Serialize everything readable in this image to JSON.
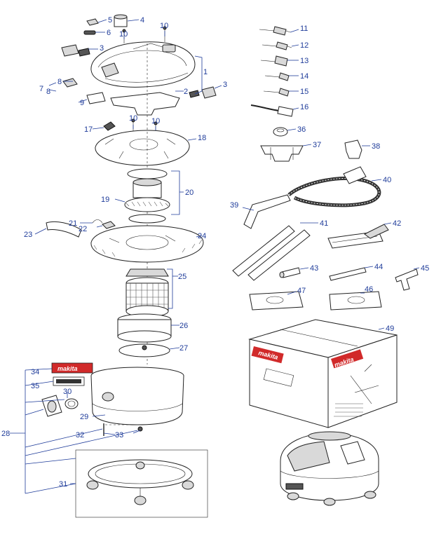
{
  "callouts": {
    "n1": "1",
    "n2": "2",
    "n3a": "3",
    "n3b": "3",
    "n4": "4",
    "n5": "5",
    "n6": "6",
    "n7": "7",
    "n8a": "8",
    "n8b": "8",
    "n9": "9",
    "n10a": "10",
    "n10b": "10",
    "n10c": "10",
    "n10d": "10",
    "n11": "11",
    "n12": "12",
    "n13": "13",
    "n14": "14",
    "n15": "15",
    "n16": "16",
    "n17": "17",
    "n18": "18",
    "n19": "19",
    "n20": "20",
    "n21": "21",
    "n22": "22",
    "n23": "23",
    "n24": "24",
    "n25": "25",
    "n26": "26",
    "n27": "27",
    "n28": "28",
    "n29": "29",
    "n30": "30",
    "n31": "31",
    "n32": "32",
    "n33": "33",
    "n34": "34",
    "n35": "35",
    "n36": "36",
    "n37": "37",
    "n38": "38",
    "n39": "39",
    "n40": "40",
    "n41": "41",
    "n42": "42",
    "n43": "43",
    "n44": "44",
    "n45": "45",
    "n46": "46",
    "n47": "47",
    "n49": "49"
  },
  "brand": {
    "label": "makita",
    "color": "#d12a2a"
  },
  "colors": {
    "callout": "#1f3c9a",
    "line_art": "#222222"
  }
}
